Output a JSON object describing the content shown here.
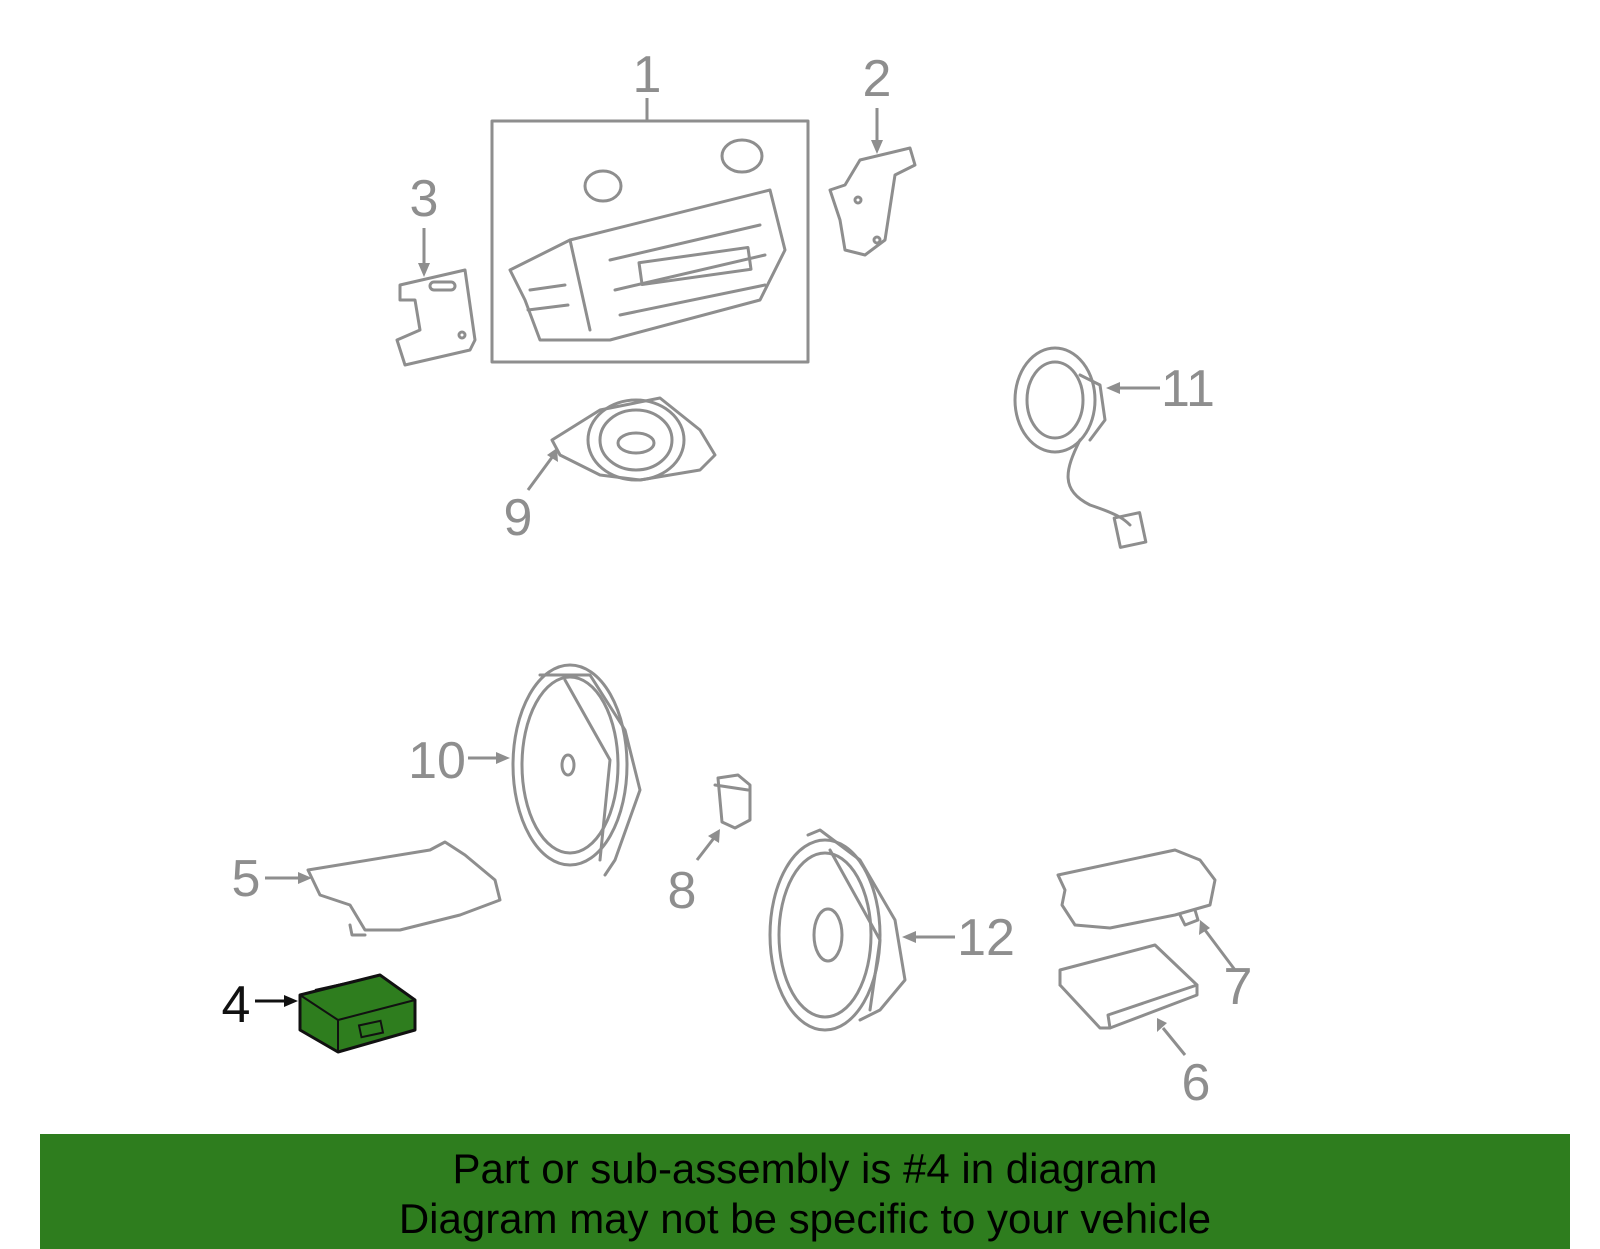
{
  "diagram": {
    "callouts": [
      "1",
      "2",
      "3",
      "4",
      "5",
      "6",
      "7",
      "8",
      "9",
      "10",
      "11",
      "12"
    ],
    "highlighted_part": "4",
    "colors": {
      "line_art": "#8e8e8e",
      "highlight_fill": "#2e7d1e",
      "banner_bg": "#2e7d1e",
      "highlight_text": "#111111"
    }
  },
  "banner": {
    "line1": "Part or sub-assembly is #4 in diagram",
    "line2": "Diagram may not be specific to your vehicle"
  }
}
